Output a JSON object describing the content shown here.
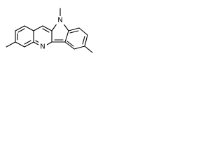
{
  "structure": {
    "atoms": [
      {
        "id": "n_pyrrole",
        "element": "N"
      },
      {
        "id": "n_pyridine",
        "element": "N"
      }
    ],
    "substituents": [
      "methyl",
      "methyl",
      "methyl"
    ]
  },
  "colors": {
    "bond": "#000000",
    "label": "#000000",
    "background": "#ffffff"
  }
}
